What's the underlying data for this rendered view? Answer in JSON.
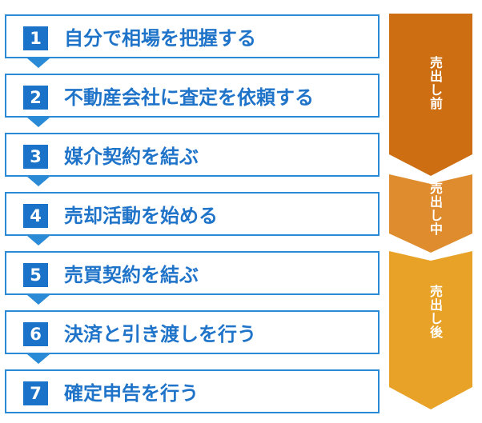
{
  "steps": [
    {
      "number": "1",
      "label": "自分で相場を把握する"
    },
    {
      "number": "2",
      "label": "不動産会社に査定を依頼する"
    },
    {
      "number": "3",
      "label": "媒介契約を結ぶ"
    },
    {
      "number": "4",
      "label": "売却活動を始める"
    },
    {
      "number": "5",
      "label": "売買契約を結ぶ"
    },
    {
      "number": "6",
      "label": "決済と引き渡しを行う"
    },
    {
      "number": "7",
      "label": "確定申告を行う"
    }
  ],
  "phases": [
    {
      "label": "売出し前",
      "color": "#cc6e11"
    },
    {
      "label": "売出し中",
      "color": "#df8c2e"
    },
    {
      "label": "売出し後",
      "color": "#e8a228"
    }
  ],
  "colors": {
    "step_border": "#2a8ad6",
    "step_number_bg": "#1a73c8",
    "step_text": "#1f74c9"
  }
}
